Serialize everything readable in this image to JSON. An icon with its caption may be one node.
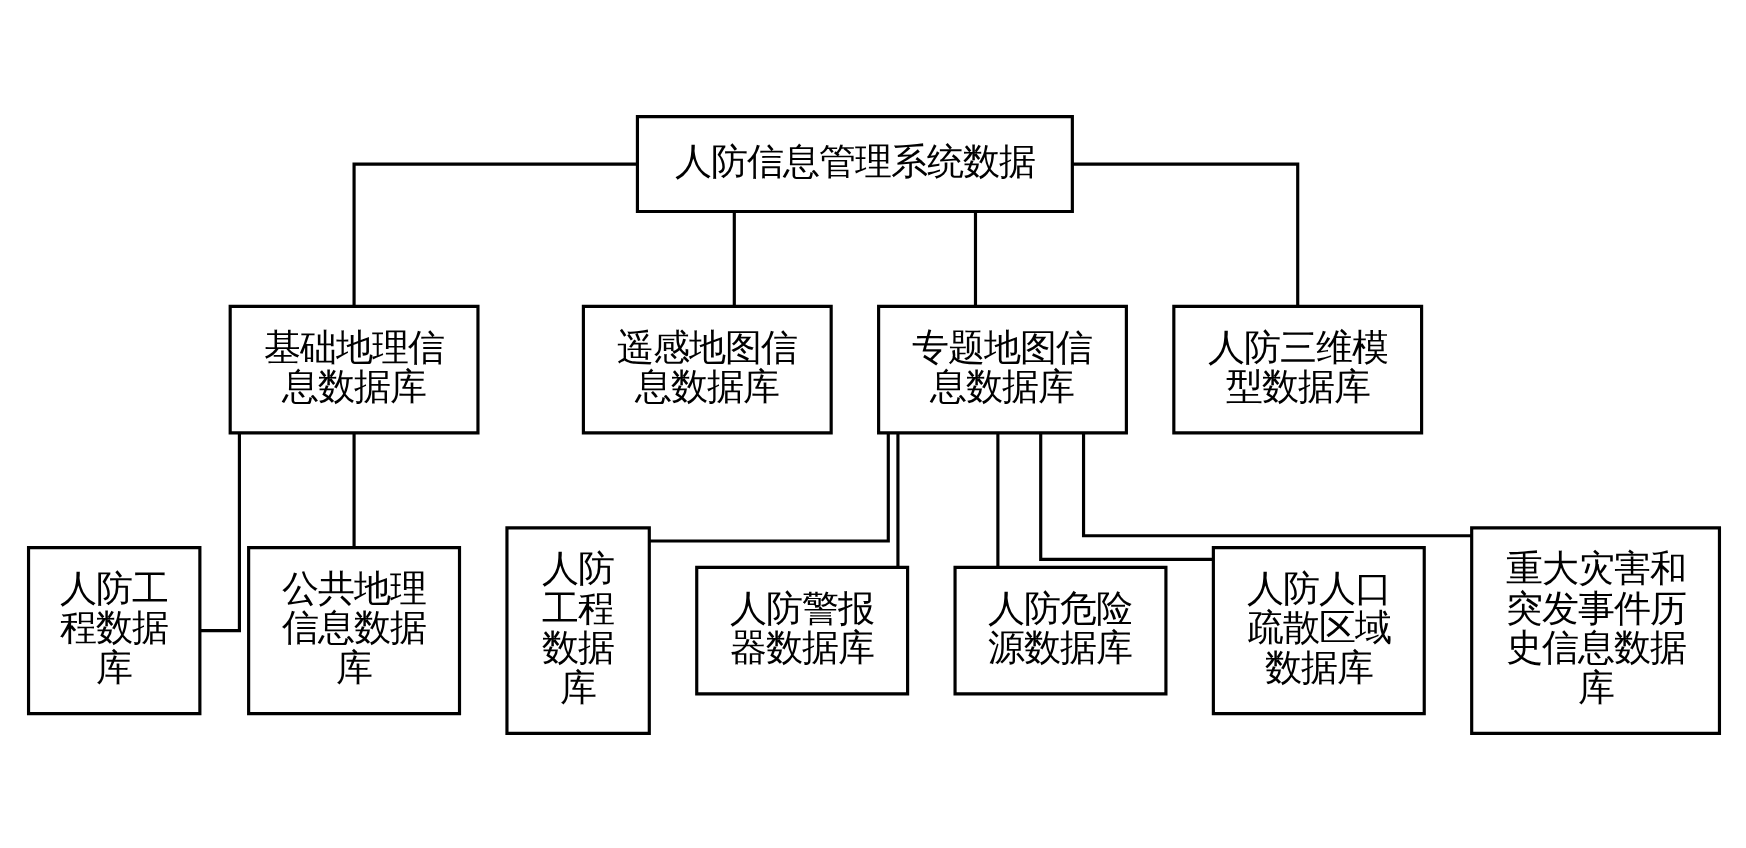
{
  "diagram": {
    "nodes": [
      {
        "text": [
          "人防信息管理系统数据"
        ]
      },
      {
        "text": [
          "基础地理信息数据库"
        ]
      },
      {
        "text": [
          "遥感地图信息数据库"
        ]
      },
      {
        "text": [
          "专题地图信息数据库"
        ]
      },
      {
        "text": [
          "人防三维模型数据库"
        ]
      },
      {
        "text": [
          "人防工程数据库"
        ]
      },
      {
        "text": [
          "公共地理信息数据库"
        ]
      },
      {
        "text": [
          "人防工程数据库"
        ]
      },
      {
        "text": [
          "人防警报器数据库"
        ]
      },
      {
        "text": [
          "人防危险源数据库"
        ]
      },
      {
        "text": [
          "人防人口疏散区域数据库"
        ]
      },
      {
        "text": [
          "重大灾害和突发事件历史信息数据库"
        ]
      }
    ],
    "edges": [
      {
        "from": 0,
        "to": 1,
        "arrow": "none"
      },
      {
        "from": 0,
        "to": 2,
        "arrow": "none"
      },
      {
        "from": 0,
        "to": 3,
        "arrow": "none"
      },
      {
        "from": 0,
        "to": 4,
        "arrow": "none"
      },
      {
        "from": 1,
        "to": 5,
        "arrow": "none"
      },
      {
        "from": 1,
        "to": 6,
        "arrow": "none"
      },
      {
        "from": 3,
        "to": 7,
        "arrow": "none"
      },
      {
        "from": 3,
        "to": 8,
        "arrow": "none"
      },
      {
        "from": 3,
        "to": 9,
        "arrow": "none"
      },
      {
        "from": 3,
        "to": 10,
        "arrow": "none"
      },
      {
        "from": 3,
        "to": 11,
        "arrow": "none"
      }
    ]
  }
}
